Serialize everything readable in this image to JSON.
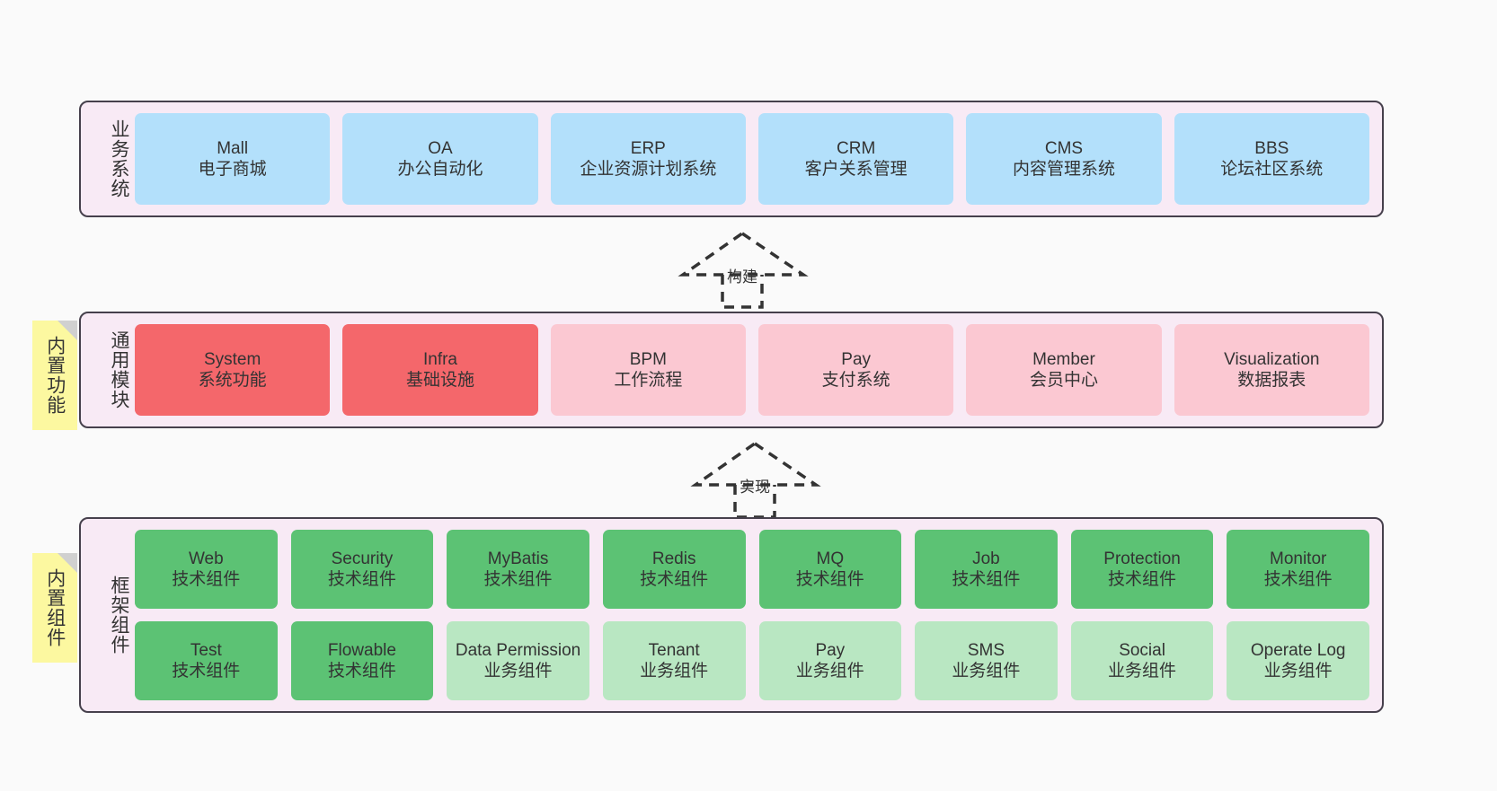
{
  "diagram": {
    "background": "#fafafa",
    "panel_bg": "#f8eaf5",
    "panel_border": "#46404c",
    "note_bg": "#fcf8a0",
    "colors": {
      "blue": "#b3e0fb",
      "red": "#f4676b",
      "pink": "#fbc8d2",
      "green": "#5cc274",
      "light_green": "#b9e7c2"
    }
  },
  "layers": {
    "business": {
      "title": "业务系统",
      "cards": [
        {
          "name": "Mall",
          "desc": "电子商城"
        },
        {
          "name": "OA",
          "desc": "办公自动化"
        },
        {
          "name": "ERP",
          "desc": "企业资源计划系统"
        },
        {
          "name": "CRM",
          "desc": "客户关系管理"
        },
        {
          "name": "CMS",
          "desc": "内容管理系统"
        },
        {
          "name": "BBS",
          "desc": "论坛社区系统"
        }
      ]
    },
    "common": {
      "title": "通用模块",
      "note": "内置功能",
      "cards": [
        {
          "name": "System",
          "desc": "系统功能"
        },
        {
          "name": "Infra",
          "desc": "基础设施"
        },
        {
          "name": "BPM",
          "desc": "工作流程"
        },
        {
          "name": "Pay",
          "desc": "支付系统"
        },
        {
          "name": "Member",
          "desc": "会员中心"
        },
        {
          "name": "Visualization",
          "desc": "数据报表"
        }
      ]
    },
    "framework": {
      "title": "框架组件",
      "note": "内置组件",
      "row1": [
        {
          "name": "Web",
          "desc": "技术组件"
        },
        {
          "name": "Security",
          "desc": "技术组件"
        },
        {
          "name": "MyBatis",
          "desc": "技术组件"
        },
        {
          "name": "Redis",
          "desc": "技术组件"
        },
        {
          "name": "MQ",
          "desc": "技术组件"
        },
        {
          "name": "Job",
          "desc": "技术组件"
        },
        {
          "name": "Protection",
          "desc": "技术组件"
        },
        {
          "name": "Monitor",
          "desc": "技术组件"
        }
      ],
      "row2": [
        {
          "name": "Test",
          "desc": "技术组件"
        },
        {
          "name": "Flowable",
          "desc": "技术组件"
        },
        {
          "name": "Data Permission",
          "desc": "业务组件"
        },
        {
          "name": "Tenant",
          "desc": "业务组件"
        },
        {
          "name": "Pay",
          "desc": "业务组件"
        },
        {
          "name": "SMS",
          "desc": "业务组件"
        },
        {
          "name": "Social",
          "desc": "业务组件"
        },
        {
          "name": "Operate Log",
          "desc": "业务组件"
        }
      ]
    }
  },
  "connectors": {
    "build": {
      "label": "构建"
    },
    "implement": {
      "label": "实现"
    }
  }
}
